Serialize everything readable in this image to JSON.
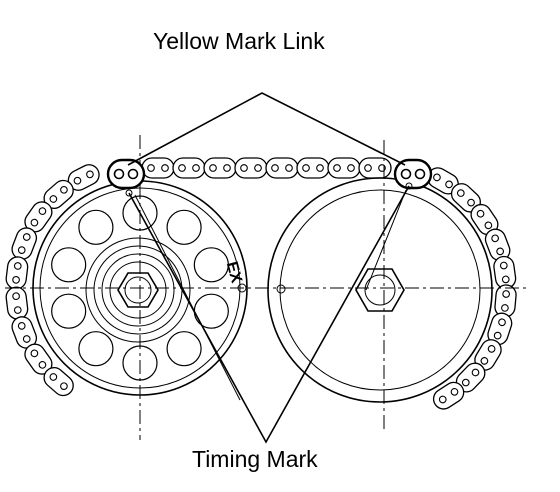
{
  "callouts": {
    "top": "Yellow Mark Link",
    "bottom": "Timing Mark"
  },
  "sprocket_marking": "EX"
}
